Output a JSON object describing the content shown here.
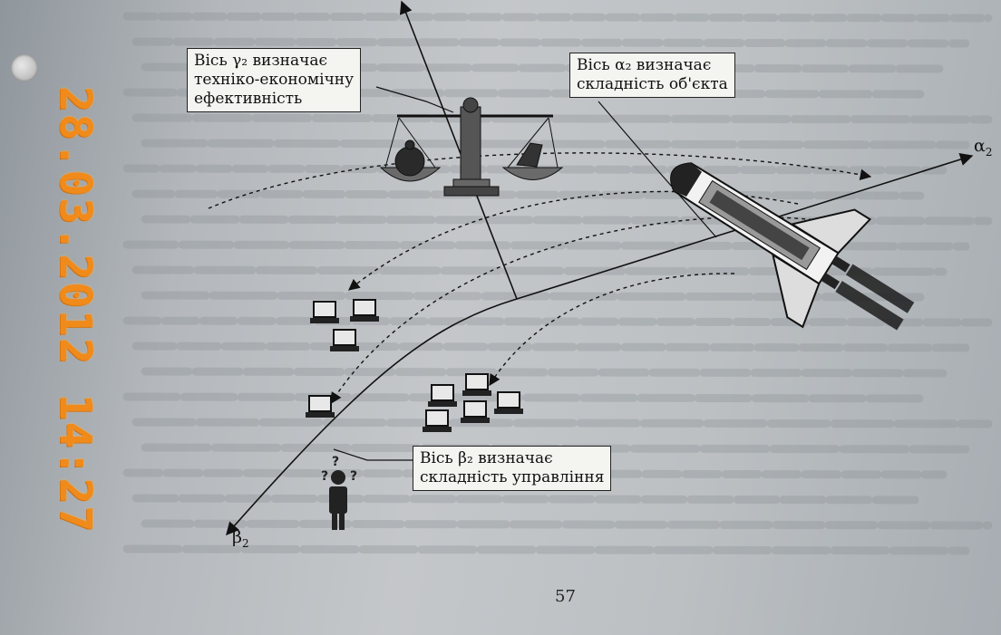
{
  "axes": {
    "alpha": {
      "symbol": "α",
      "sub": "2"
    },
    "beta": {
      "symbol": "β",
      "sub": "2"
    }
  },
  "callouts": {
    "gamma": [
      "Вісь γ₂ визначає",
      "техніко-економічну",
      "ефективність"
    ],
    "alpha": [
      "Вісь α₂ визначає",
      "складність об'єкта"
    ],
    "beta": [
      "Вісь β₂ визначає",
      "складність управління"
    ]
  },
  "page_number": "57",
  "timestamp": "28.03.2012 14:27",
  "colors": {
    "timestamp": "#f08a1a",
    "ink": "#111111",
    "paper": "#c0c4c7"
  }
}
